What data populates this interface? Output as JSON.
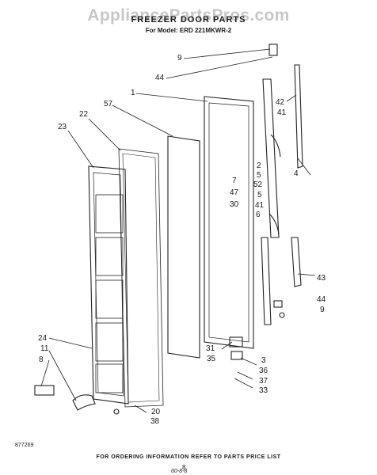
{
  "header": {
    "watermark": "AppliancePartsPros.com",
    "title": "FREEZER DOOR PARTS",
    "model": "For Model: ERD 221MKWR-2"
  },
  "callouts": [
    "9",
    "44",
    "1",
    "57",
    "42",
    "41",
    "23",
    "22",
    "2",
    "5",
    "4",
    "7",
    "47",
    "52",
    "30",
    "5",
    "41",
    "6",
    "43",
    "44",
    "9",
    "24",
    "11",
    "8",
    "31",
    "35",
    "3",
    "36",
    "37",
    "33",
    "20",
    "38"
  ],
  "footer": {
    "note": "FOR ORDERING INFORMATION REFER TO PARTS PRICE LIST",
    "page": "8",
    "catalog_code": "877269",
    "hand_code": "60-8-8"
  }
}
